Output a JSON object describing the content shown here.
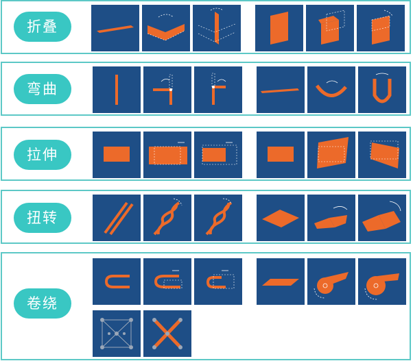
{
  "colors": {
    "border": "#5cc8c6",
    "pill": "#39c7c3",
    "tile_bg": "#1e4e86",
    "shape": "#ec6a2a"
  },
  "rows": [
    {
      "label": "折叠"
    },
    {
      "label": "弯曲"
    },
    {
      "label": "拉伸"
    },
    {
      "label": "扭转"
    },
    {
      "label": "卷绕"
    }
  ]
}
